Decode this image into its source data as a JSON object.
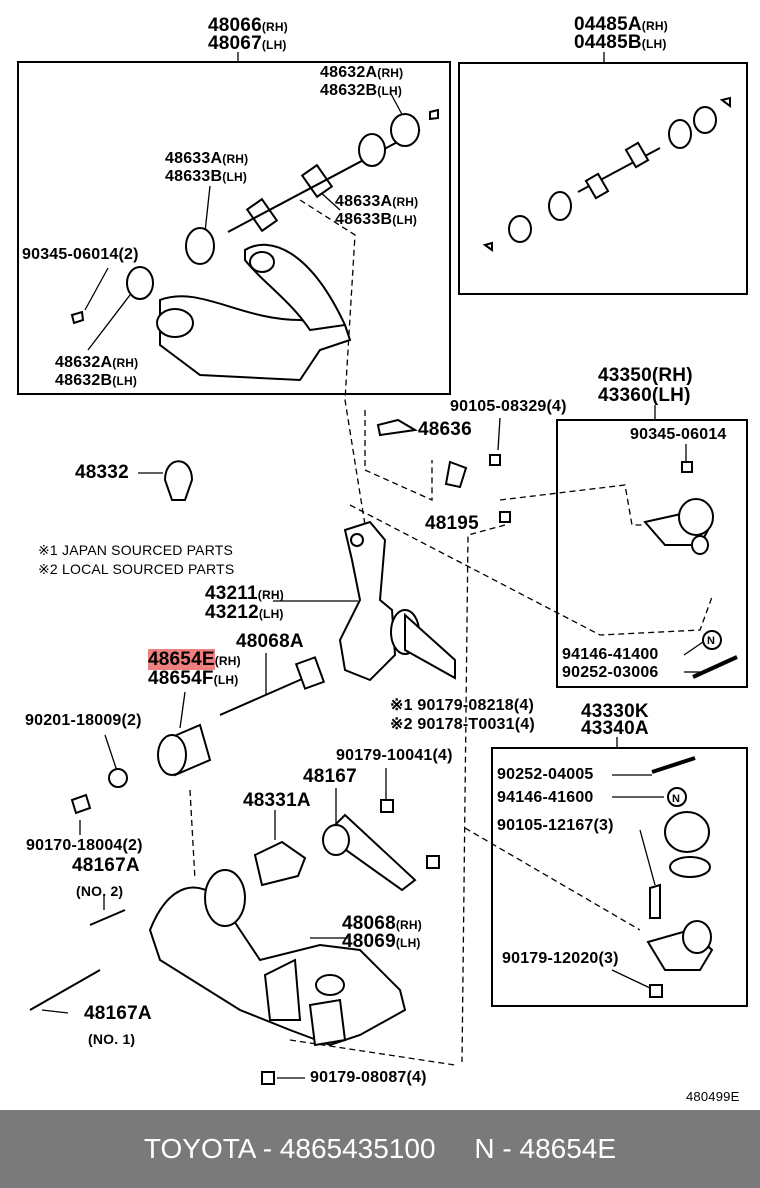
{
  "labels": {
    "p48066": "48066",
    "p48066_s": "(RH)",
    "p48067": "48067",
    "p48067_s": "(LH)",
    "p04485A": "04485A",
    "p04485A_s": "(RH)",
    "p04485B": "04485B",
    "p04485B_s": "(LH)",
    "p48632A_top": "48632A",
    "p48632A_top_s": "(RH)",
    "p48632B_top": "48632B",
    "p48632B_top_s": "(LH)",
    "p48633A_l": "48633A",
    "p48633A_l_s": "(RH)",
    "p48633B_l": "48633B",
    "p48633B_l_s": "(LH)",
    "p48633A_r": "48633A",
    "p48633A_r_s": "(RH)",
    "p48633B_r": "48633B",
    "p48633B_r_s": "(LH)",
    "p90345_06014_2": "90345-06014(2)",
    "p48632A_bot": "48632A",
    "p48632A_bot_s": "(RH)",
    "p48632B_bot": "48632B",
    "p48632B_bot_s": "(LH)",
    "p43350": "43350(RH)",
    "p43360": "43360(LH)",
    "p90105_08329": "90105-08329(4)",
    "p48636": "48636",
    "p90345_06014": "90345-06014",
    "p48332": "48332",
    "p48195": "48195",
    "note1": "※1 JAPAN SOURCED PARTS",
    "note2": "※2 LOCAL SOURCED PARTS",
    "p43211": "43211",
    "p43211_s": "(RH)",
    "p43212": "43212",
    "p43212_s": "(LH)",
    "p94146_41400": "94146-41400",
    "p90252_03006": "90252-03006",
    "p48654E": "48654E",
    "p48654E_s": "(RH)",
    "p48654F": "48654F",
    "p48654F_s": "(LH)",
    "p48068A": "48068A",
    "p90179_08218": "※1 90179-08218(4)",
    "p90178_T0031": "※2 90178-T0031(4)",
    "p43330K": "43330K",
    "p43340A": "43340A",
    "p90201_18009": "90201-18009(2)",
    "p90179_10041": "90179-10041(4)",
    "p48167": "48167",
    "p90252_04005": "90252-04005",
    "p94146_41600": "94146-41600",
    "p48331A": "48331A",
    "p90105_12167": "90105-12167(3)",
    "p90170_18004": "90170-18004(2)",
    "p48167A_no2": "48167A",
    "no2": "(NO. 2)",
    "p48068": "48068",
    "p48068_s": "(RH)",
    "p48069": "48069",
    "p48069_s": "(LH)",
    "p90179_12020": "90179-12020(3)",
    "p48167A_no1": "48167A",
    "no1": "(NO. 1)",
    "p90179_08087": "90179-08087(4)",
    "figure_no": "480499E",
    "n_mark": "N"
  },
  "footer": {
    "text": "TOYOTA - 4865435100     N - 48654E"
  },
  "colors": {
    "highlight": "#f08080",
    "footer_bg": "#7a7a7a",
    "footer_text": "#ffffff"
  }
}
